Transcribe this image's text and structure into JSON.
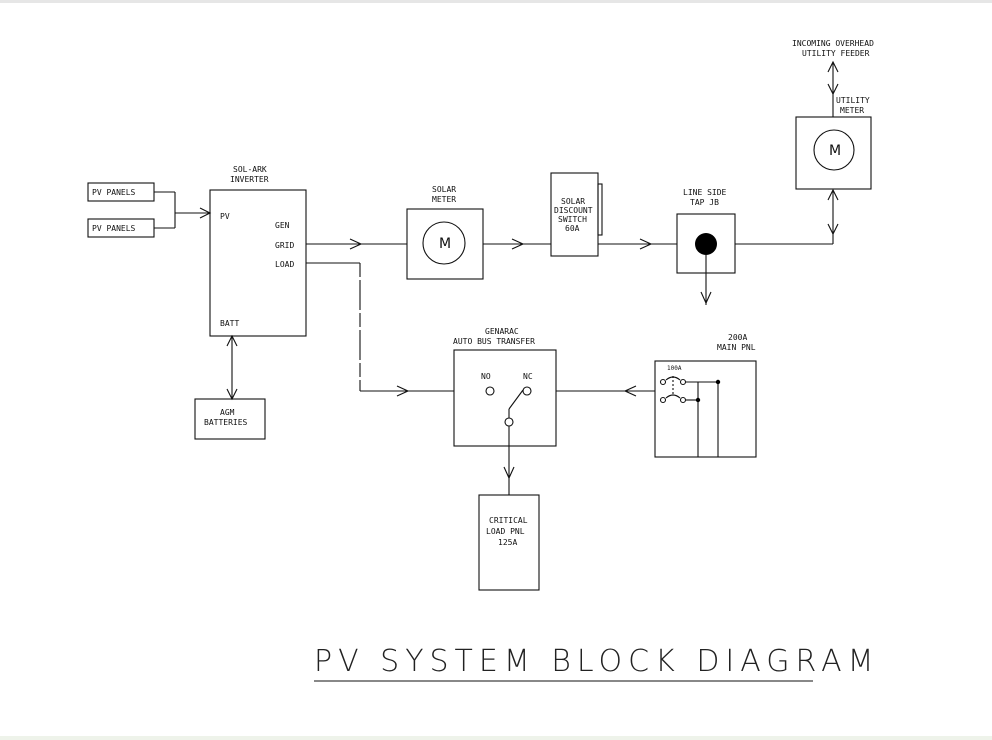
{
  "diagram": {
    "title": "PV SYSTEM BLOCK DIAGRAM",
    "pv_panels": [
      {
        "label": "PV PANELS"
      },
      {
        "label": "PV PANELS"
      }
    ],
    "inverter": {
      "title_line1": "SOL-ARK",
      "title_line2": "INVERTER",
      "ports": {
        "pv": "PV",
        "gen": "GEN",
        "grid": "GRID",
        "load": "LOAD",
        "batt": "BATT"
      }
    },
    "batteries": {
      "line1": "AGM",
      "line2": "BATTERIES"
    },
    "solar_meter": {
      "line1": "SOLAR",
      "line2": "METER",
      "symbol": "M"
    },
    "disconnect_switch": {
      "line1": "SOLAR",
      "line2": "DISCOUNT",
      "line3": "SWITCH",
      "line4": "60A"
    },
    "tap_jb": {
      "line1": "LINE SIDE",
      "line2": "TAP JB"
    },
    "utility_feeder": {
      "line1": "INCOMING OVERHEAD",
      "line2": "UTILITY FEEDER"
    },
    "utility_meter": {
      "line1": "UTILITY",
      "line2": "METER",
      "symbol": "M"
    },
    "main_panel": {
      "line1": "200A",
      "line2": "MAIN PNL",
      "breaker_label": "100A"
    },
    "transfer_switch": {
      "line1": "GENARAC",
      "line2": "AUTO BUS TRANSFER",
      "no": "NO",
      "nc": "NC"
    },
    "critical_panel": {
      "line1": "CRITICAL",
      "line2": "LOAD PNL",
      "line3": "125A"
    },
    "colors": {
      "line": "#111111",
      "background": "#ffffff"
    }
  }
}
